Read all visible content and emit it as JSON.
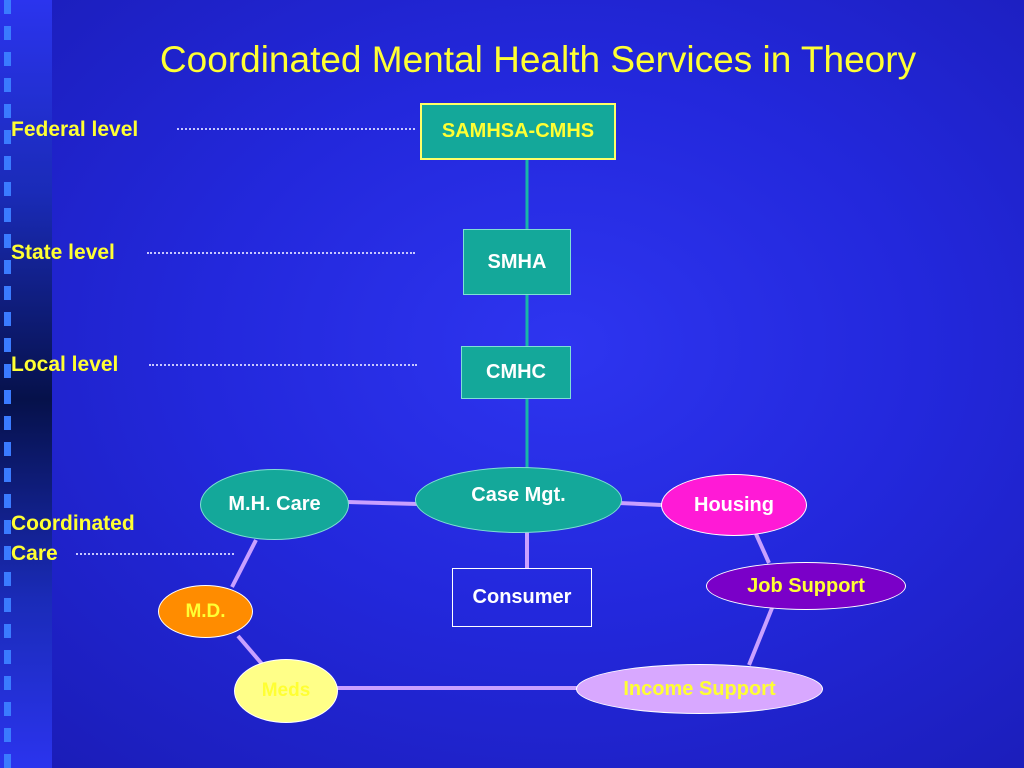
{
  "title": "Coordinated Mental Health Services in Theory",
  "levels": {
    "federal": "Federal level",
    "state": "State level",
    "local": "Local level",
    "coordinated_line1": "Coordinated",
    "coordinated_line2": "Care"
  },
  "nodes": {
    "samhsa": "SAMHSA-CMHS",
    "smha": "SMHA",
    "cmhc": "CMHC",
    "case_mgt": "Case Mgt.",
    "mh_care": "M.H. Care",
    "housing": "Housing",
    "consumer": "Consumer",
    "job_support": "Job Support",
    "md": "M.D.",
    "meds": "Meds",
    "income_support": "Income Support"
  },
  "colors": {
    "background": "#2328dc",
    "title_text": "#ffff33",
    "hierarchy_box": "#14a89a",
    "hierarchy_line": "#18b6a8",
    "ring_line": "#c9a0ff",
    "housing": "#ff1ad6",
    "job_support": "#7a00c8",
    "md": "#ff8c00",
    "meds": "#ffff88",
    "income_support": "#d8a8ff"
  }
}
